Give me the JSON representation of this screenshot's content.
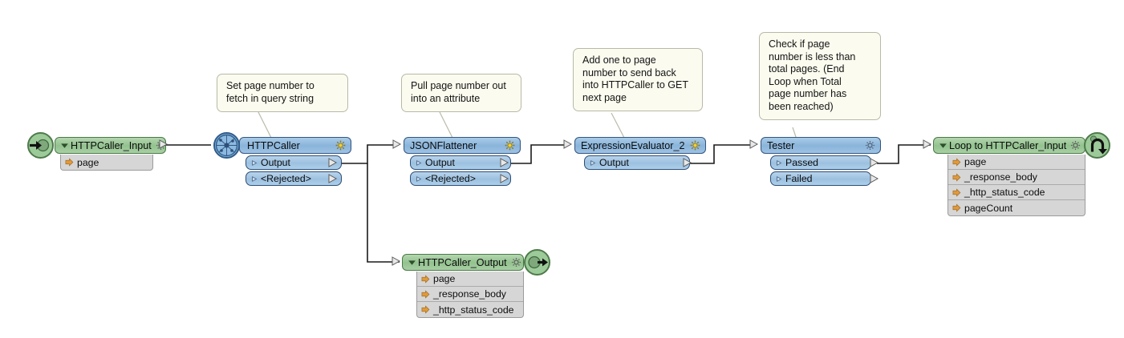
{
  "diagram": {
    "title": "HTTPCaller pagination loop flow",
    "colors": {
      "node_blue": "#8ab4da",
      "node_green": "#93c28f",
      "attr_grey": "#d6d6d6",
      "note_bg": "#fbfbef",
      "gear_active": "#f5cf2e",
      "arrow_orange": "#e09a3c",
      "wire": "#1a1a1a"
    },
    "notes": [
      {
        "id": "note-set-page",
        "text": "Set page number to\nfetch in query string"
      },
      {
        "id": "note-pull-page",
        "text": "Pull page number out\ninto an attribute"
      },
      {
        "id": "note-add-one",
        "text": "Add one to page\nnumber to send back\ninto HTTPCaller to GET\nnext page"
      },
      {
        "id": "note-check-page",
        "text": "Check if page\nnumber is less than\ntotal pages. (End\nLoop when Total\npage number has\nbeen reached)"
      }
    ],
    "nodes": [
      {
        "id": "httpcaller-input",
        "label": "HTTPCaller_Input",
        "kind": "source",
        "gear": "gear-icon-grey",
        "ports": [],
        "attributes": [
          "page"
        ]
      },
      {
        "id": "httpcaller",
        "label": "HTTPCaller",
        "kind": "transformer",
        "gear": "gear-icon-active",
        "ports": [
          "Output",
          "<Rejected>"
        ],
        "attributes": []
      },
      {
        "id": "jsonflattener",
        "label": "JSONFlattener",
        "kind": "transformer",
        "gear": "gear-icon-active",
        "ports": [
          "Output",
          "<Rejected>"
        ],
        "attributes": []
      },
      {
        "id": "expressionevaluator-2",
        "label": "ExpressionEvaluator_2",
        "kind": "transformer",
        "gear": "gear-icon-active",
        "ports": [
          "Output"
        ],
        "attributes": []
      },
      {
        "id": "tester",
        "label": "Tester",
        "kind": "transformer",
        "gear": "gear-icon-grey",
        "ports": [
          "Passed",
          "Failed"
        ],
        "attributes": []
      },
      {
        "id": "loop-to-httpcaller-input",
        "label": "Loop to HTTPCaller_Input",
        "kind": "loop",
        "gear": "gear-icon-grey",
        "ports": [],
        "attributes": [
          "page",
          "_response_body",
          "_http_status_code",
          "pageCount"
        ]
      },
      {
        "id": "httpcaller-output",
        "label": "HTTPCaller_Output",
        "kind": "sink",
        "gear": "gear-icon-grey",
        "ports": [],
        "attributes": [
          "page",
          "_response_body",
          "_http_status_code"
        ]
      }
    ]
  }
}
